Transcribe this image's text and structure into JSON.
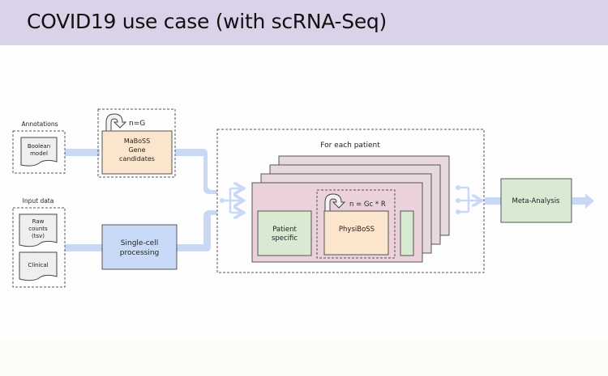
{
  "header": {
    "title": "COVID19 use case (with scRNA-Seq)"
  },
  "diagram": {
    "annotations_group": {
      "label": "Annotations",
      "doc": [
        "Boolean",
        "model"
      ]
    },
    "input_group": {
      "label": "Input data",
      "docs": [
        {
          "lines": [
            "Raw",
            "counts",
            "(tsv)"
          ]
        },
        {
          "lines": [
            "Clinical"
          ]
        }
      ]
    },
    "maboss": {
      "loop_label": "n=G",
      "lines": [
        "MaBoSS",
        "Gene",
        "candidates"
      ]
    },
    "single_cell": {
      "lines": [
        "Single-cell",
        "processing"
      ]
    },
    "patient_group": {
      "label": "For each patient"
    },
    "patient_specific": {
      "lines": [
        "Patient",
        "specific"
      ]
    },
    "physiboss": {
      "loop_label": "n = Gc * R",
      "label": "PhysiBoSS"
    },
    "meta": {
      "label": "Meta-Analysis"
    },
    "colors": {
      "flow": "#c9d9f5",
      "orange": "#fce5cd",
      "green": "#d9ead3",
      "blue": "#c9daf8",
      "pink": "#ead1dc",
      "pink_back": "#e8d9e0",
      "doc": "#efefef"
    }
  }
}
